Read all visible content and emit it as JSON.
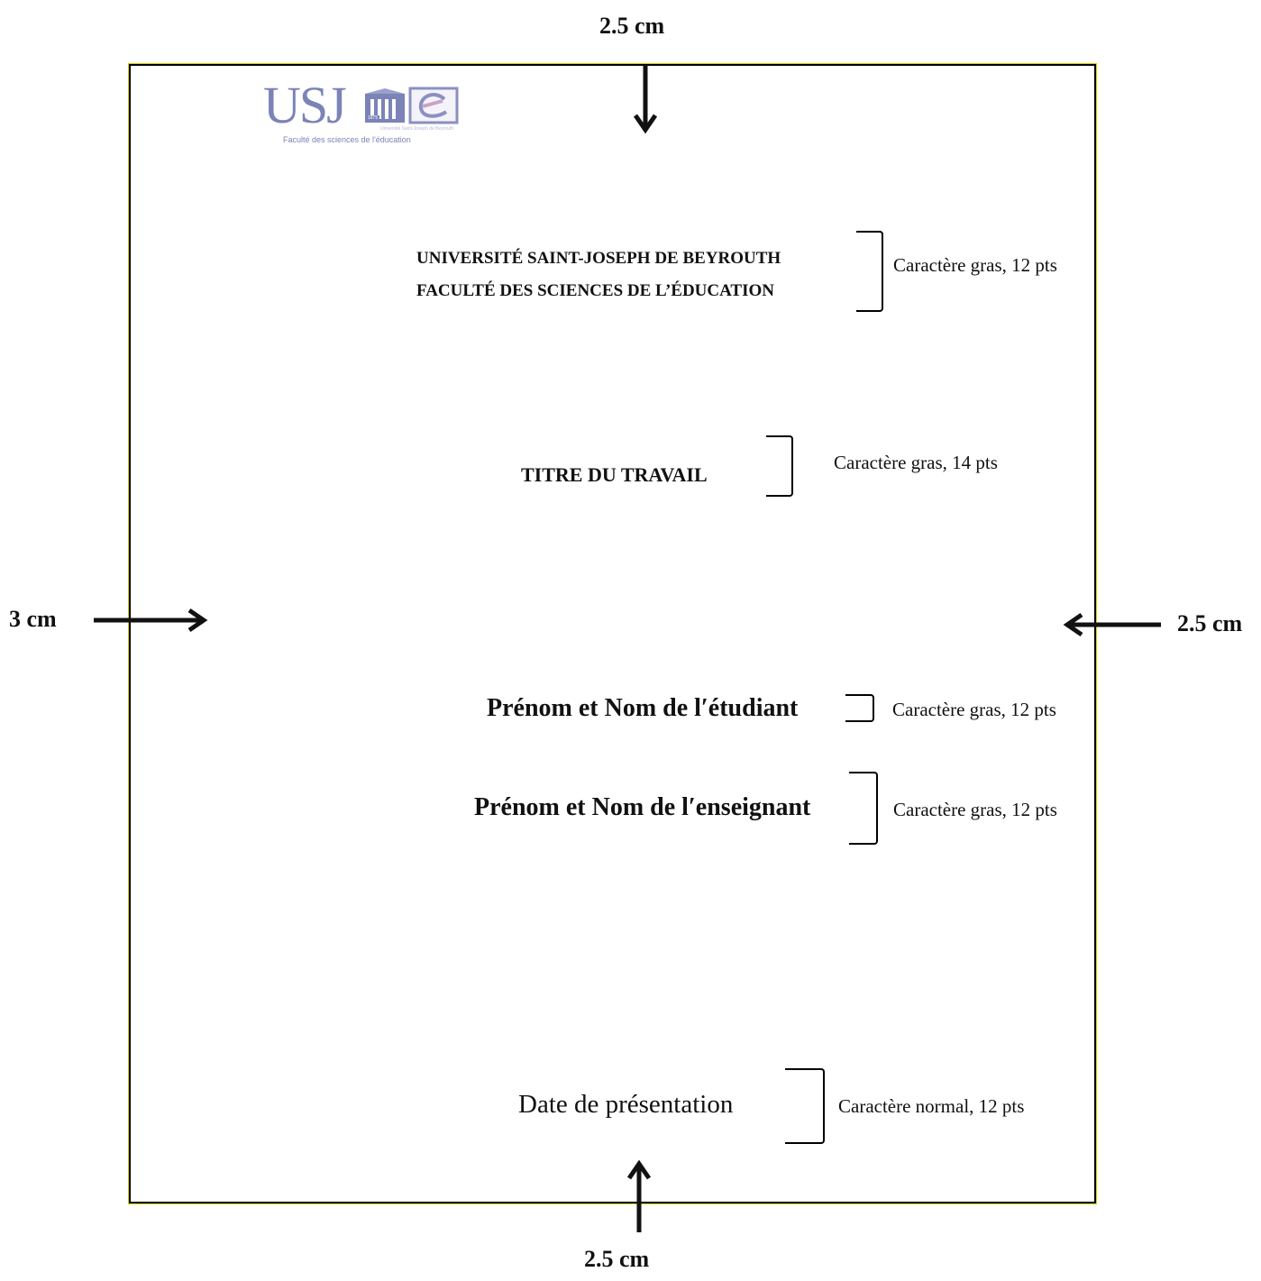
{
  "margins": {
    "top": "2.5 cm",
    "bottom": "2.5 cm",
    "left": "3 cm",
    "right": "2.5 cm"
  },
  "logo": {
    "letters": "USJ",
    "small_text": "Université Saint-Joseph de Beyrouth",
    "subtitle": "Faculté des sciences de l'éducation",
    "badge": "1875"
  },
  "header": {
    "line1": "UNIVERSITÉ SAINT-JOSEPH DE BEYROUTH",
    "line2": "FACULTÉ DES SCIENCES DE L’ÉDUCATION",
    "note": "Caractère gras, 12 pts"
  },
  "title": {
    "text": "TITRE DU TRAVAIL",
    "note": "Caractère gras, 14 pts"
  },
  "student": {
    "text": "Prénom et Nom de l′étudiant",
    "note": "Caractère gras, 12 pts"
  },
  "teacher": {
    "text": "Prénom et Nom de l′enseignant",
    "note": "Caractère gras, 12 pts"
  },
  "date": {
    "text": "Date de présentation",
    "note": "Caractère normal, 12 pts"
  }
}
